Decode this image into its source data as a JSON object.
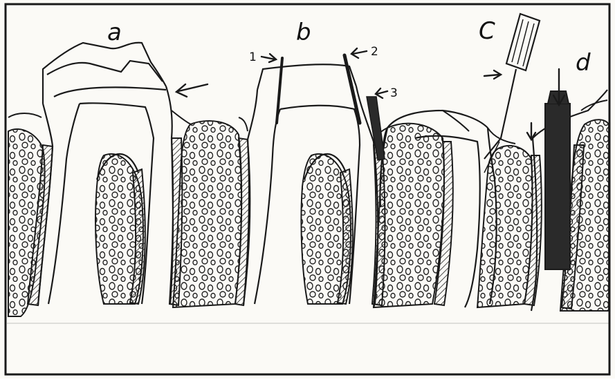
{
  "panel_labels": {
    "a": "a",
    "b": "b",
    "c": "C",
    "d": "d"
  },
  "instrument_labels": {
    "one": "1",
    "two": "2",
    "three": "3"
  },
  "colors": {
    "ink": "#1a1a1a",
    "paper": "#fbfaf6",
    "dark_fill": "#2a2a2a"
  }
}
